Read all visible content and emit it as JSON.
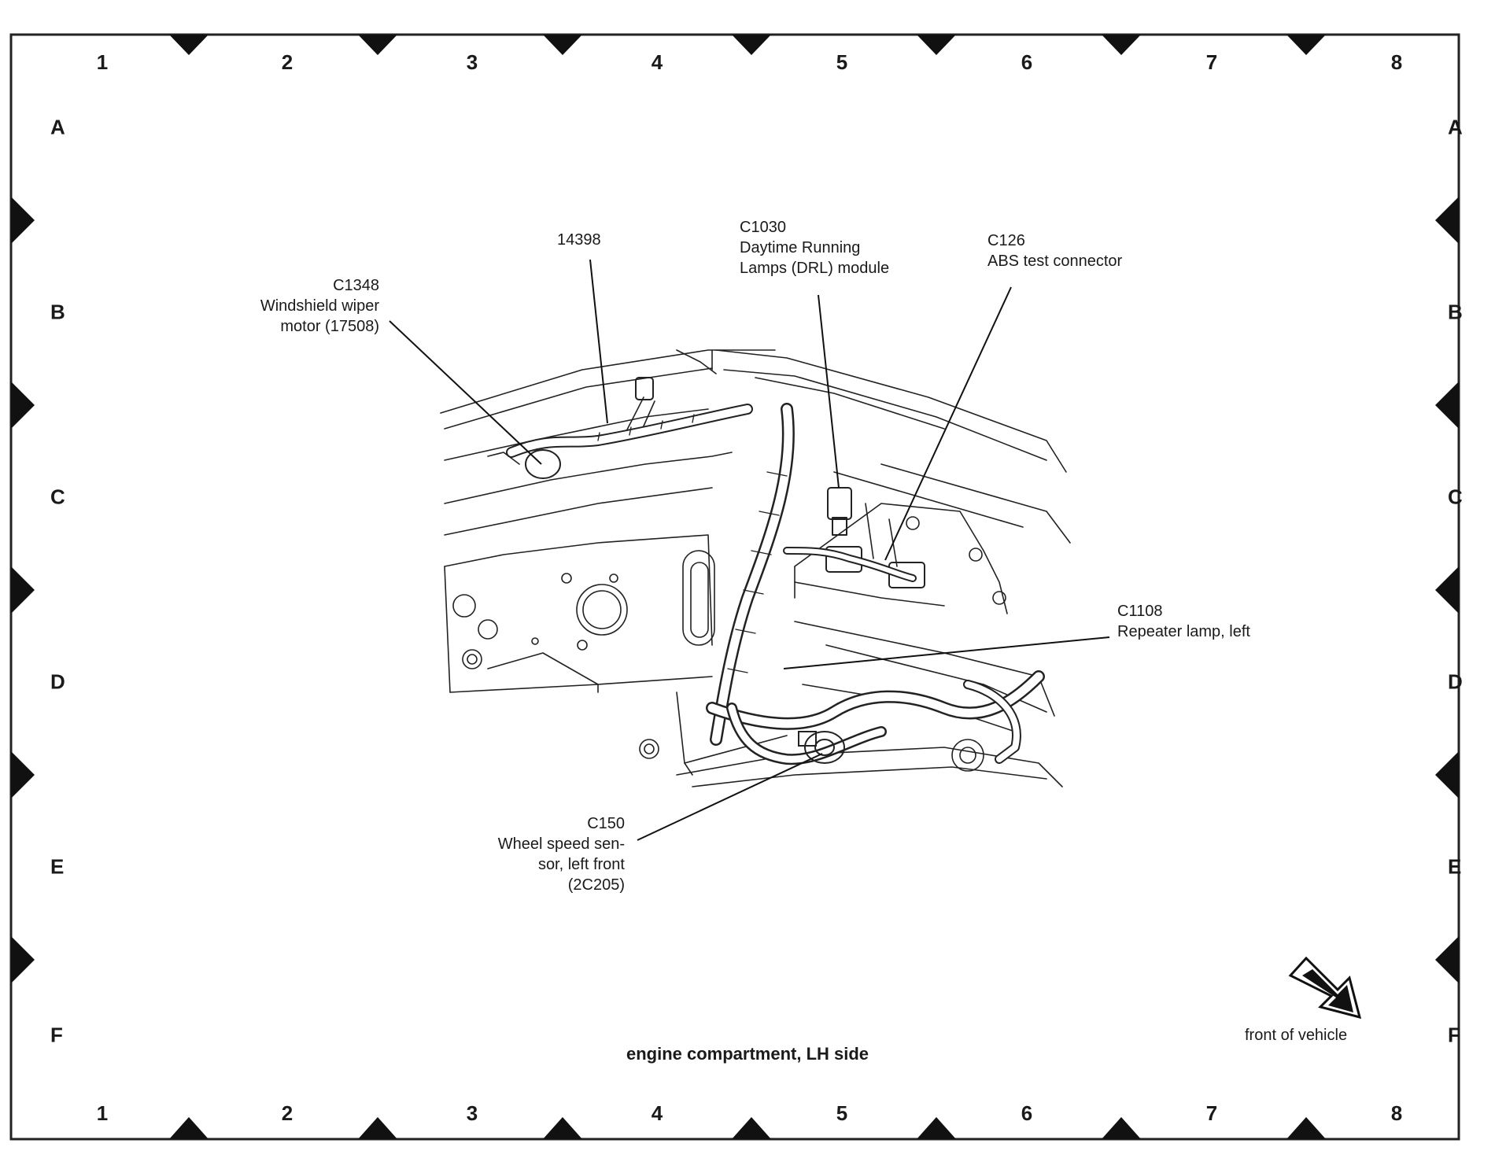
{
  "grid": {
    "columns": [
      "1",
      "2",
      "3",
      "4",
      "5",
      "6",
      "7",
      "8"
    ],
    "rows": [
      "A",
      "B",
      "C",
      "D",
      "E",
      "F"
    ]
  },
  "callouts": {
    "c1348": {
      "id": "C1348",
      "line1": "Windshield wiper",
      "line2": "motor (17508)"
    },
    "p14398": {
      "id": "14398"
    },
    "c1030": {
      "id": "C1030",
      "line1": "Daytime Running",
      "line2": "Lamps (DRL) module"
    },
    "c126": {
      "id": "C126",
      "line1": "ABS test connector"
    },
    "c1108": {
      "id": "C1108",
      "line1": "Repeater lamp, left"
    },
    "c150": {
      "id": "C150",
      "line1": "Wheel speed sen-",
      "line2": "sor, left front",
      "line3": "(2C205)"
    }
  },
  "caption": "engine compartment, LH side",
  "orientation_label": "front of vehicle"
}
